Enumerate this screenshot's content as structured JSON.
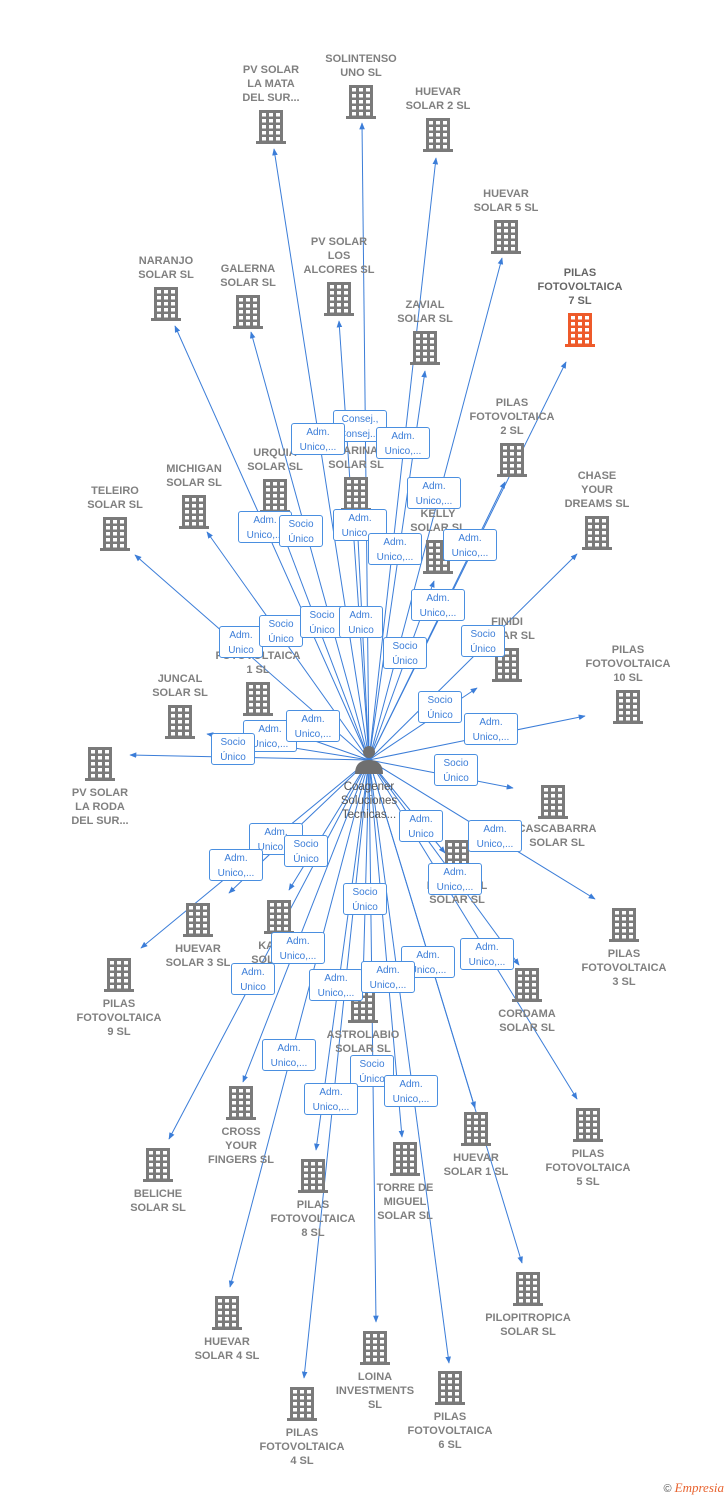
{
  "colors": {
    "edge": "#3b7dd8",
    "building": "#7a7a7a",
    "highlight": "#ee5a2a",
    "person": "#6f6f6f"
  },
  "center": {
    "icon": "person-icon",
    "label": "Coagener\nSoluciones\nTecnicas..."
  },
  "nodes": [
    {
      "id": "pv-solar-la-mata",
      "label": "PV SOLAR\nLA MATA\nDEL SUR..."
    },
    {
      "id": "solintenso-uno",
      "label": "SOLINTENSO\nUNO  SL"
    },
    {
      "id": "huevar-solar-2",
      "label": "HUEVAR\nSOLAR 2  SL"
    },
    {
      "id": "huevar-solar-5",
      "label": "HUEVAR\nSOLAR 5  SL"
    },
    {
      "id": "pilas-7",
      "label": "PILAS\nFOTOVOLTAICA\n7  SL",
      "highlight": true
    },
    {
      "id": "naranjo",
      "label": "NARANJO\nSOLAR  SL"
    },
    {
      "id": "galerna",
      "label": "GALERNA\nSOLAR  SL"
    },
    {
      "id": "pv-solar-los-alcores",
      "label": "PV SOLAR\nLOS\nALCORES  SL"
    },
    {
      "id": "zavial",
      "label": "ZAVIAL\nSOLAR  SL"
    },
    {
      "id": "pilas-2",
      "label": "PILAS\nFOTOVOLTAICA\n2  SL"
    },
    {
      "id": "chase-your-dreams",
      "label": "CHASE\nYOUR\nDREAMS  SL"
    },
    {
      "id": "michigan",
      "label": "MICHIGAN\nSOLAR  SL"
    },
    {
      "id": "urquia",
      "label": "URQUIA\nSOLAR  SL"
    },
    {
      "id": "marina",
      "label": "MARINA\nSOLAR  SL"
    },
    {
      "id": "teleiro",
      "label": "TELEIRO\nSOLAR  SL"
    },
    {
      "id": "kelly",
      "label": "KELLY\nSOLAR  SL"
    },
    {
      "id": "finidi",
      "label": "FINIDI\nSOLAR  SL"
    },
    {
      "id": "pilas-1",
      "label": "PILAS\nFOTOVOLTAICA\n1  SL"
    },
    {
      "id": "pilas-10",
      "label": "PILAS\nFOTOVOLTAICA\n10  SL"
    },
    {
      "id": "juncal",
      "label": "JUNCAL\nSOLAR  SL"
    },
    {
      "id": "pv-solar-la-roda",
      "label": "PV SOLAR\nLA RODA\nDEL SUR..."
    },
    {
      "id": "cascabarra",
      "label": "CASCABARRA\nSOLAR  SL"
    },
    {
      "id": "fregenal",
      "label": "FREGENAL\nSOLAR  SL"
    },
    {
      "id": "pilas-3",
      "label": "PILAS\nFOTOVOLTAICA\n3  SL"
    },
    {
      "id": "huevar-solar-3",
      "label": "HUEVAR\nSOLAR 3  SL"
    },
    {
      "id": "kaiser",
      "label": "KAISER\nSOLAR  SL"
    },
    {
      "id": "pilas-9",
      "label": "PILAS\nFOTOVOLTAICA\n9  SL"
    },
    {
      "id": "cordama",
      "label": "CORDAMA\nSOLAR  SL"
    },
    {
      "id": "astrolabio",
      "label": "ASTROLABIO\nSOLAR  SL"
    },
    {
      "id": "cross-your-fingers",
      "label": "CROSS\nYOUR\nFINGERS  SL"
    },
    {
      "id": "huevar-solar-1",
      "label": "HUEVAR\nSOLAR 1  SL"
    },
    {
      "id": "pilas-5",
      "label": "PILAS\nFOTOVOLTAICA\n5  SL"
    },
    {
      "id": "beliche",
      "label": "BELICHE\nSOLAR  SL"
    },
    {
      "id": "pilas-8",
      "label": "PILAS\nFOTOVOLTAICA\n8  SL"
    },
    {
      "id": "torre-de-miguel",
      "label": "TORRE DE\nMIGUEL\nSOLAR SL"
    },
    {
      "id": "pilopitropica",
      "label": "PILOPITROPICA\nSOLAR  SL"
    },
    {
      "id": "huevar-solar-4",
      "label": "HUEVAR\nSOLAR 4  SL"
    },
    {
      "id": "loina-investments",
      "label": "LOINA\nINVESTMENTS\nSL"
    },
    {
      "id": "pilas-6",
      "label": "PILAS\nFOTOVOLTAICA\n6  SL"
    },
    {
      "id": "pilas-4",
      "label": "PILAS\nFOTOVOLTAICA\n4  SL"
    }
  ],
  "relations": [
    "Consej.,\nConsej....",
    "Adm.\nUnico,...",
    "Adm.\nUnico,...",
    "Adm.\nUnico,...",
    "Adm.\nUnico,...",
    "Socio\nÚnico",
    "Adm.\nUnico,...",
    "Adm.\nUnico,...",
    "Adm.\nUnico,...",
    "Adm.\nUnico,...",
    "Adm.\nUnico",
    "Socio\nÚnico",
    "Socio\nÚnico",
    "Adm.\nUnico",
    "Socio\nÚnico",
    "Socio\nÚnico",
    "Socio\nÚnico",
    "Adm.\nUnico,...",
    "Adm.\nUnico,...",
    "Adm.\nUnico,...",
    "Socio\nÚnico",
    "Socio\nÚnico",
    "Adm.\nUnico",
    "Adm.\nUnico,...",
    "Adm.\nUnico,...",
    "Adm.\nUnico,...",
    "Adm.\nUnico,...",
    "Socio\nÚnico",
    "Socio\nÚnico",
    "Adm.\nUnico",
    "Adm.\nUnico,...",
    "Adm.\nUnico,...",
    "Adm.\nUnico,...",
    "Adm.\nUnico,...",
    "Adm.\nUnico,...",
    "Adm.\nUnico,...",
    "Socio\nÚnico",
    "Adm.\nUnico,...",
    "Adm.\nUnico,..."
  ],
  "copyright": {
    "symbol": "©",
    "brand": "Empresia"
  }
}
